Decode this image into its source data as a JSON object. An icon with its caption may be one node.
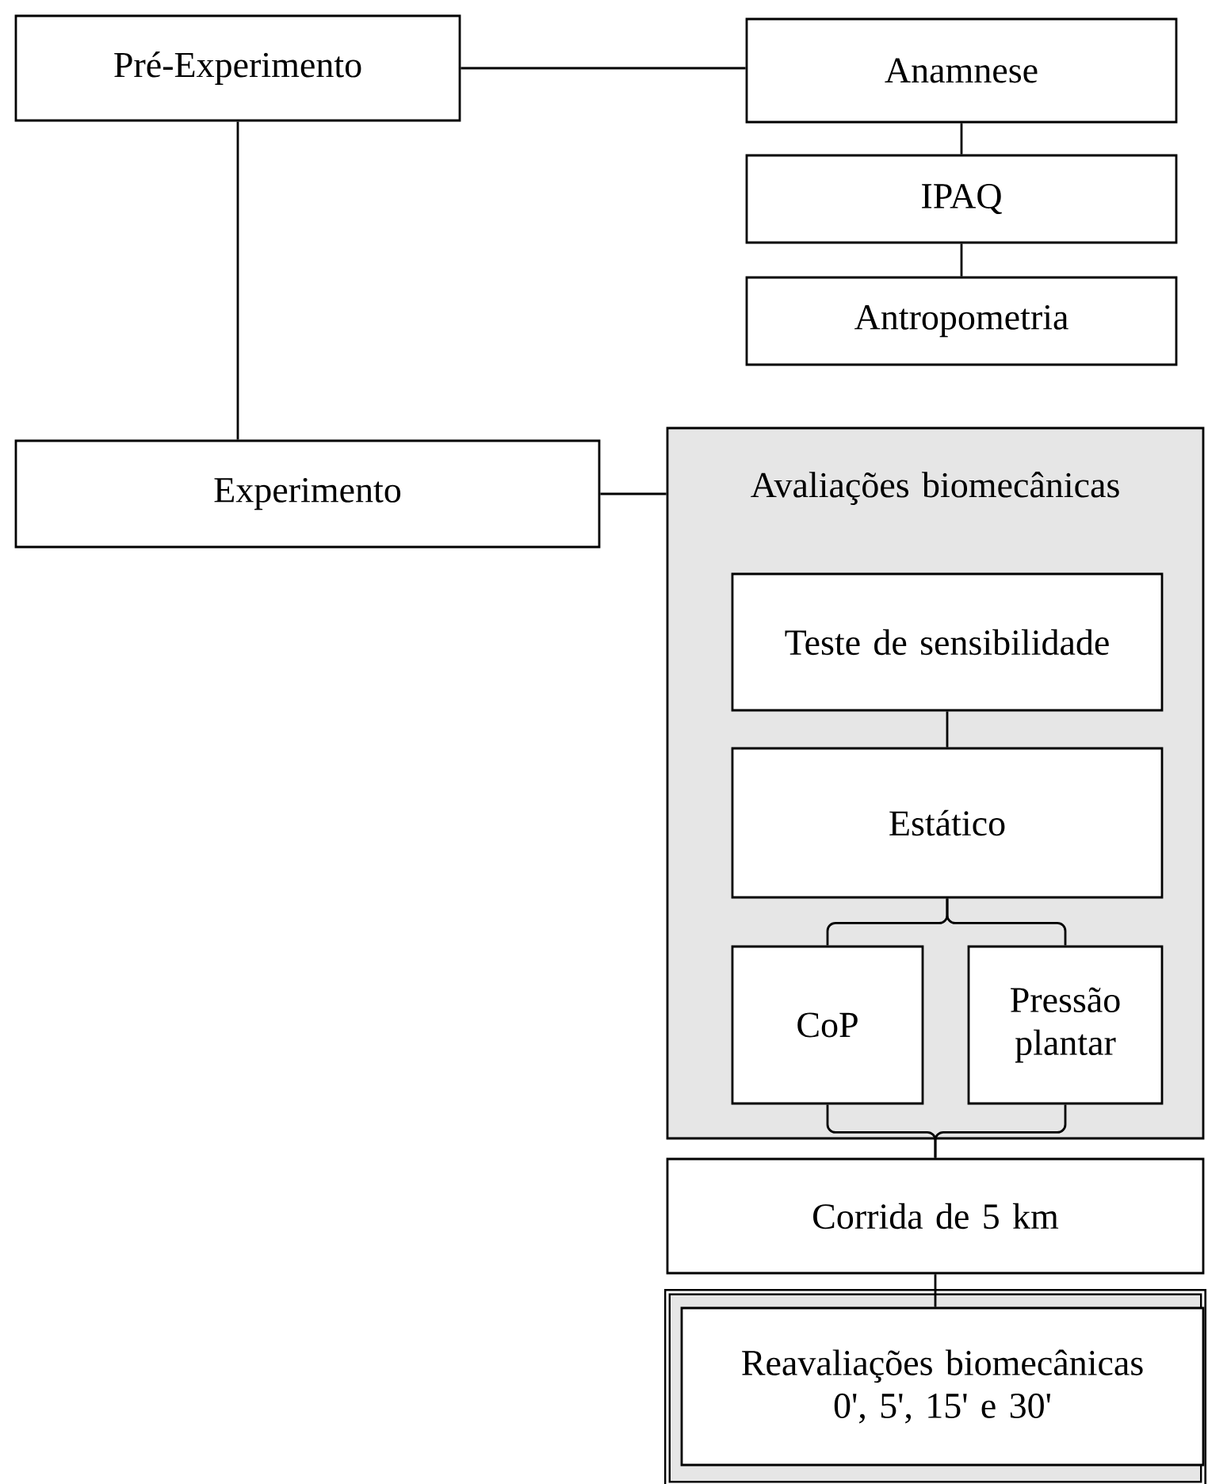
{
  "diagram": {
    "nodes": [
      {
        "text": [
          "Pré-Experimento"
        ]
      },
      {
        "text": [
          "Anamnese"
        ]
      },
      {
        "text": [
          "IPAQ"
        ]
      },
      {
        "text": [
          "Antropometria"
        ]
      },
      {
        "text": [
          "Experimento"
        ]
      },
      {
        "text": [
          "Avaliações biomecânicas"
        ]
      },
      {
        "text": [
          "Teste de sensibilidade"
        ],
        "in": 5
      },
      {
        "text": [
          "Estático"
        ],
        "in": 5
      },
      {
        "text": [
          "CoP"
        ],
        "in": 5
      },
      {
        "text": [
          "Pressão plantar"
        ],
        "in": 5
      },
      {
        "text": [
          "Corrida de 5 km"
        ]
      },
      {
        "text": [],
        "shape": "box"
      },
      {
        "text": [
          "Reavaliações biomecânicas 0', 5', 15' e 30'"
        ],
        "in": 11
      }
    ],
    "edges": [
      {
        "from": 0,
        "to": 1,
        "arrow": "none"
      },
      {
        "from": 1,
        "to": 2,
        "arrow": "none"
      },
      {
        "from": 2,
        "to": 3,
        "arrow": "none"
      },
      {
        "from": 0,
        "to": 4,
        "arrow": "none"
      },
      {
        "from": 4,
        "to": 5,
        "arrow": "none"
      },
      {
        "from": 6,
        "to": 7,
        "arrow": "none"
      },
      {
        "from": 7,
        "to": 8,
        "arrow": "none"
      },
      {
        "from": 7,
        "to": 9,
        "arrow": "none"
      },
      {
        "from": 8,
        "to": 10,
        "arrow": "none"
      },
      {
        "from": 9,
        "to": 10,
        "arrow": "none"
      },
      {
        "from": 10,
        "to": 12,
        "arrow": "none"
      }
    ]
  }
}
